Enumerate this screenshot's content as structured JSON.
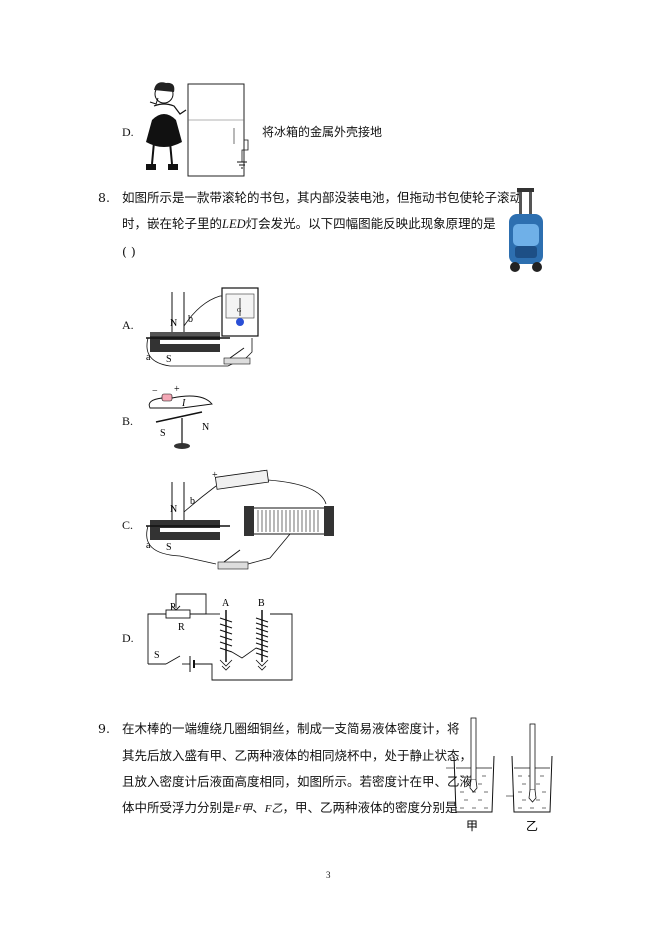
{
  "option_d_prev": {
    "letter": "D.",
    "text": "将冰箱的金属外壳接地"
  },
  "q8": {
    "number": "8.",
    "line1": "如图所示是一款带滚轮的书包，其内部没装电池，但拖动书包使轮子滚动",
    "line2_pre": "时，嵌在轮子里的",
    "line2_led": "LED",
    "line2_post": "灯会发光。以下四幅图能反映此现象原理的是",
    "blank": "(    )",
    "options": {
      "a": {
        "letter": "A.",
        "labels": {
          "n": "N",
          "s": "S",
          "a": "a",
          "b": "b",
          "g": "G"
        }
      },
      "b": {
        "letter": "B.",
        "labels": {
          "minus": "−",
          "plus": "+",
          "i": "I",
          "s": "S",
          "n": "N"
        }
      },
      "c": {
        "letter": "C.",
        "labels": {
          "n": "N",
          "s": "S",
          "a": "a",
          "b": "b",
          "plus": "+",
          "minus": "−"
        }
      },
      "d": {
        "letter": "D.",
        "labels": {
          "p": "P",
          "r": "R",
          "s": "S",
          "A": "A",
          "B": "B"
        }
      }
    }
  },
  "q9": {
    "number": "9.",
    "line1": "在木棒的一端缠绕几圈细铜丝，制成一支简易液体密度计，将",
    "line2": "其先后放入盛有甲、乙两种液体的相同烧杯中，处于静止状态，",
    "line3": "且放入密度计后液面高度相同，如图所示。若密度计在甲、乙液",
    "line4_pre": "体中所受浮力分别是",
    "line4_f1": "F甲",
    "line4_sep": "、",
    "line4_f2": "F乙",
    "line4_post": "，甲、乙两种液体的密度分别是",
    "beaker_labels": {
      "jia": "甲",
      "yi": "乙"
    }
  },
  "page_number": "3"
}
